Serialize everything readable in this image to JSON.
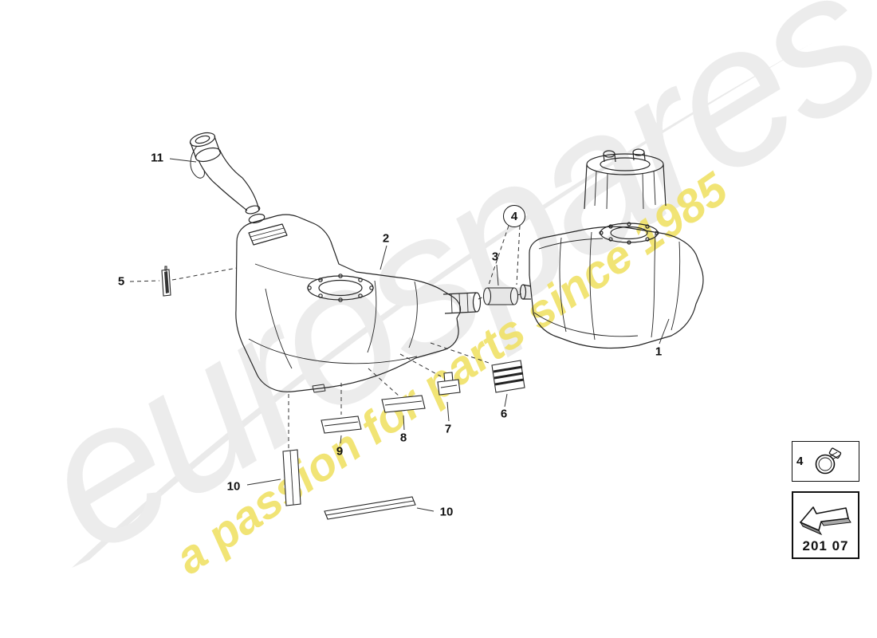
{
  "watermark": {
    "brand": "eurospares",
    "tagline": "a passion for parts since 1985"
  },
  "callouts": [
    {
      "label": "11"
    },
    {
      "label": "5"
    },
    {
      "label": "2"
    },
    {
      "label": "4"
    },
    {
      "label": "3"
    },
    {
      "label": "1"
    },
    {
      "label": "6"
    },
    {
      "label": "7"
    },
    {
      "label": "8"
    },
    {
      "label": "9"
    },
    {
      "label": "10"
    },
    {
      "label": "10"
    }
  ],
  "legend": {
    "clamp_ref": "4",
    "part_code": "201 07"
  },
  "colors": {
    "watermark_gray": "#ececec",
    "watermark_yellow": "#f0e26a",
    "line_art": "#262626"
  }
}
